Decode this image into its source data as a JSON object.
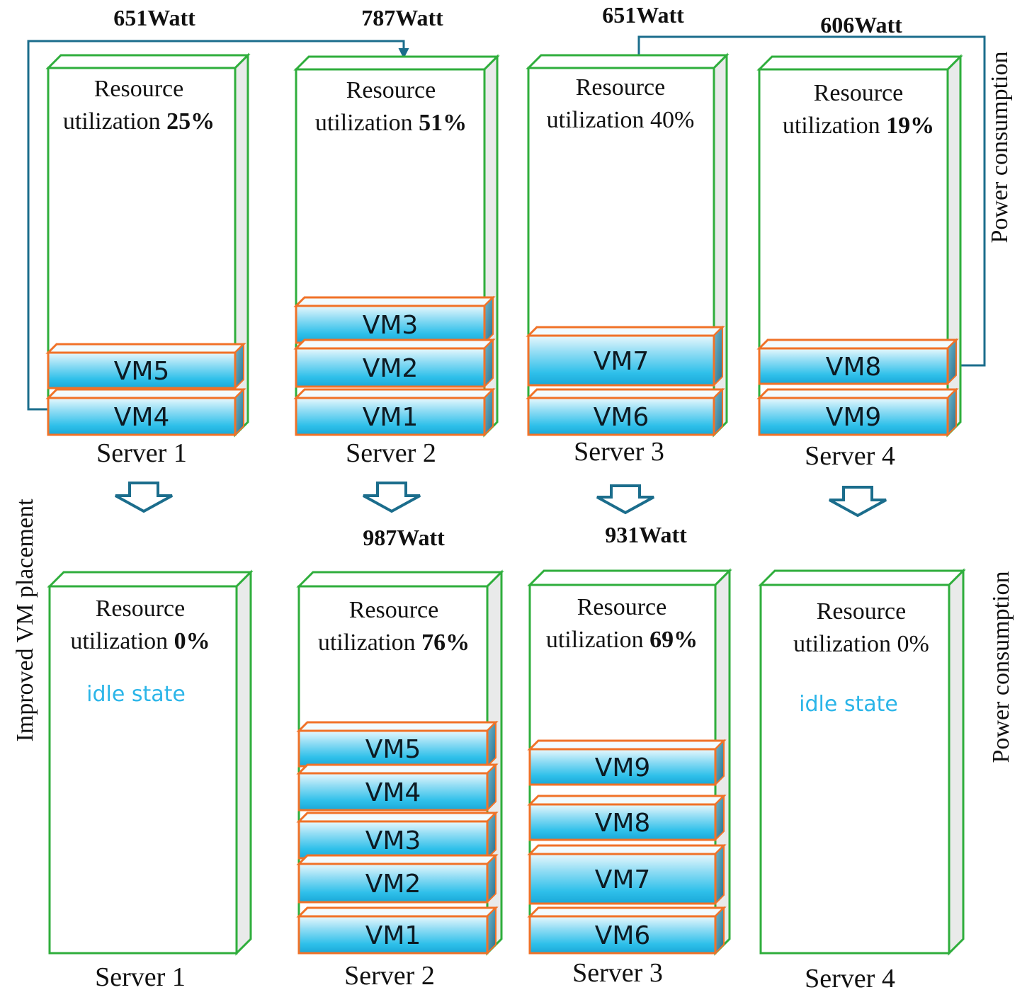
{
  "colors": {
    "server_outline": "#2fae3c",
    "vm_outline": "#f07228",
    "vm_fill": "#34c3ec",
    "arrow": "#1b6d8c",
    "idle_text": "#2bb5e8",
    "text": "#111111"
  },
  "labels": {
    "side_left": "Improved VM placement",
    "side_right_top": "Power consumption",
    "side_right_bottom": "Power consumption",
    "resource_line1": "Resource",
    "resource_line2": "utilization",
    "idle": "idle state"
  },
  "top_row": {
    "servers": [
      {
        "name": "Server 1",
        "watt": "651Watt",
        "util": "25%",
        "util_bold": true,
        "vms": [
          "VM5",
          "VM4"
        ]
      },
      {
        "name": "Server 2",
        "watt": "787Watt",
        "util": "51%",
        "util_bold": true,
        "vms": [
          "VM3",
          "VM2",
          "VM1"
        ]
      },
      {
        "name": "Server 3",
        "watt": "651Watt",
        "util": "40%",
        "util_bold": false,
        "vms": [
          "VM7",
          "VM6"
        ]
      },
      {
        "name": "Server 4",
        "watt": "606Watt",
        "util": "19%",
        "util_bold": true,
        "vms": [
          "VM8",
          "VM9"
        ]
      }
    ]
  },
  "bottom_row": {
    "servers": [
      {
        "name": "Server 1",
        "watt": "",
        "util": "0%",
        "util_bold": true,
        "idle": true,
        "vms": []
      },
      {
        "name": "Server 2",
        "watt": "987Watt",
        "util": "76%",
        "util_bold": true,
        "idle": false,
        "vms": [
          "VM5",
          "VM4",
          "VM3",
          "VM2",
          "VM1"
        ]
      },
      {
        "name": "Server 3",
        "watt": "931Watt",
        "util": "69%",
        "util_bold": true,
        "idle": false,
        "vms": [
          "VM9",
          "VM8",
          "VM7",
          "VM6"
        ]
      },
      {
        "name": "Server 4",
        "watt": "",
        "util": "0%",
        "util_bold": false,
        "idle": true,
        "vms": []
      }
    ]
  }
}
